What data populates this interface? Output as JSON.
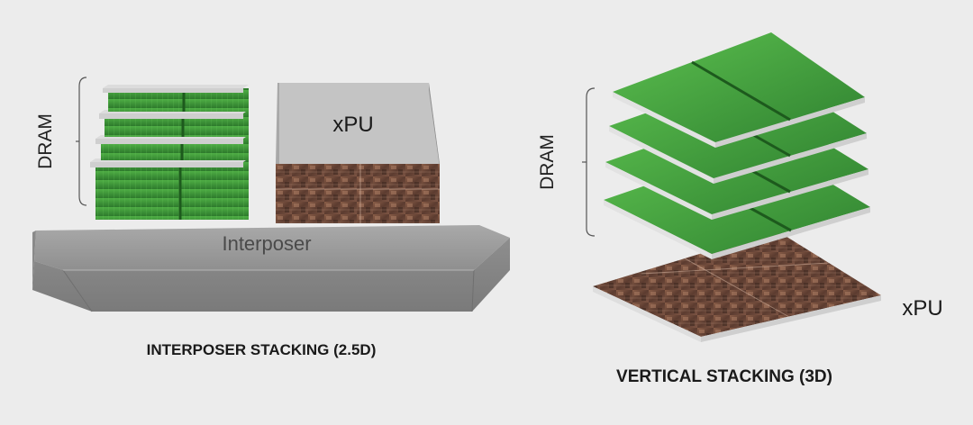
{
  "panels": {
    "interposer": {
      "dram_label": "DRAM",
      "xpu_label": "xPU",
      "interposer_label": "Interposer",
      "caption": "INTERPOSER STACKING (2.5D)"
    },
    "vertical": {
      "dram_label": "DRAM",
      "xpu_label": "xPU",
      "caption": "VERTICAL STACKING (3D)"
    }
  },
  "colors": {
    "background": "#ececec",
    "dram_green": "#3f9a3a",
    "dram_edge": "#d8d8d8",
    "xpu_die": "#6b4a3a",
    "block_grey": "#9a9a9a"
  }
}
